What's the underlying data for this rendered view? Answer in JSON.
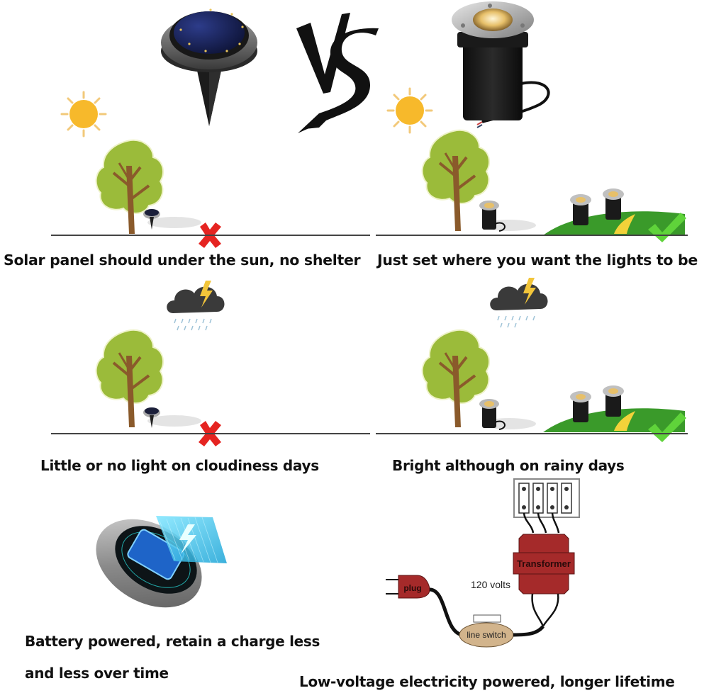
{
  "header": {
    "vs_label": "VS",
    "left_product": "solar-ground-light",
    "right_product": "low-voltage-inground-light"
  },
  "rows": [
    {
      "left_caption": "Solar panel should under the sun, no shelter",
      "left_status": "cross",
      "right_caption": "Just set where you want the lights to be",
      "right_status": "check",
      "weather": "sunny"
    },
    {
      "left_caption": "Little or no light on cloudiness days",
      "left_status": "cross",
      "right_caption": "Bright although on rainy days",
      "right_status": "check",
      "weather": "thunderstorm-rain"
    }
  ],
  "bottom": {
    "left_caption_line1": "Battery powered, retain a charge less",
    "left_caption_line2": "and less over time",
    "right_caption": "Low-voltage electricity powered, longer lifetime"
  },
  "wiring_diagram": {
    "transformer_label": "Transformer",
    "voltage_label": "120 volts",
    "plug_label": "plug",
    "switch_label": "line switch",
    "terminal_count": 4
  },
  "colors": {
    "cross_red": "#e52421",
    "check_green": "#5fd33a",
    "tree_foliage": "#9bbb3a",
    "tree_trunk": "#8a5a2b",
    "sun_yellow": "#f7b92b",
    "transformer_red": "#a52a2a",
    "switch_tan": "#d2b48c",
    "grass_green": "#3a9a2a"
  }
}
